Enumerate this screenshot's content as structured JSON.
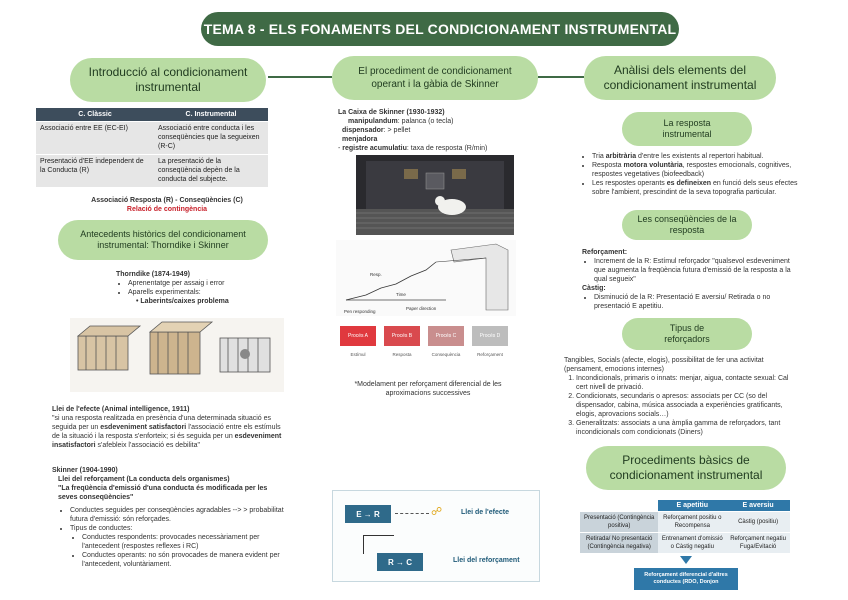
{
  "title": "TEMA 8 - ELS FONAMENTS DEL CONDICIONAMENT INSTRUMENTAL",
  "left": {
    "intro_title": "Introducció al condicionament instrumental",
    "table": {
      "headers": [
        "C. Clàssic",
        "C. Instrumental"
      ],
      "rows": [
        [
          "Associació entre EE (EC-EI)",
          "Associació entre conducta i les conseqüències que la segueixen (R-C)"
        ],
        [
          "Presentació d'EE independent de la Conducta (R)",
          "La presentació de la conseqüència depèn de la conducta del subjecte."
        ]
      ]
    },
    "assoc_line": "Associació Resposta (R) - Conseqüències (C)",
    "assoc_sub": "Relació de contingència",
    "antecedents_title": "Antecedents històrics del condicionament instrumental: Thorndike i Skinner",
    "thorndike": {
      "heading": "Thorndike (1874-1949)",
      "items": [
        "Aprenentatge per assaig i error",
        "Aparells experimentals:"
      ],
      "subitem": "Laberints/caixes problema"
    },
    "efecte": {
      "heading": "Llei de l'efecte (Animal intelligence, 1911)",
      "text1": "\"si una resposta realitzada en presència d'una determinada situació es seguida per un ",
      "bold1": "esdeveniment satisfactori",
      "text2": " l'associació entre els estímuls de la situació i la resposta s'enforteix; si és seguida per un ",
      "bold2": "esdeveniment insatisfactori",
      "text3": " s'afebleix l'associació es debilita\""
    },
    "skinner": {
      "heading": "Skinner (1904-1990)",
      "law": "Llei del reforçament (La conducta dels organismes)",
      "quote": "\"La freqüència d'emissió d'una conducta és modificada per les seves conseqüències\"",
      "bullets": [
        "Conductes seguides per conseqüències agradables --> > probabilitat futura d'emissió: són reforçades.",
        "Tipus de conductes:"
      ],
      "sub": [
        "Conductes respondents: provocades necessàriament per l'antecedent (respostes reflexes i RC)",
        "Conductes operants: no són provocades de manera evident per l'antecedent, voluntàriament."
      ]
    }
  },
  "middle": {
    "title": "El procediment de condicionament operant i la gàbia de Skinner",
    "caixa_heading": "La Caixa de Skinner (1930-1932)",
    "caixa_items": [
      {
        "label": "manipulandum",
        "value": ": palanca (o tecla)"
      },
      {
        "label": "dispensador",
        "value": ": > pellet"
      },
      {
        "label": "menjadora",
        "value": ""
      },
      {
        "label": "registre acumulatiu",
        "value": ": taxa de resposta (R/min)"
      }
    ],
    "graph_labels": {
      "pen": "Pen responding",
      "paper": "Paper direction",
      "time": "Time",
      "resp": "Resp."
    },
    "flow_labels": [
      "Procés A",
      "Procés B",
      "Procés C",
      "Procés D"
    ],
    "flow_sub": [
      "Estímul",
      "Resposta",
      "Consequència",
      "Reforçament"
    ],
    "caption": "*Modelament per reforçament diferencial de les aproximacions successives",
    "diagram": {
      "box1": "E → R",
      "box2": "R → C",
      "label1": "Llei de l'efecte",
      "label2": "Llei del reforçament"
    }
  },
  "right": {
    "analisi_title": "Anàlisi dels elements del condicionament instrumental",
    "resposta_title": "La resposta instrumental",
    "resposta_bullets": [
      {
        "pre": "Tria ",
        "bold": "arbitrària",
        "post": " d'entre les existents al repertori habitual."
      },
      {
        "pre": "Resposta ",
        "bold": "motora voluntària",
        "post": ", respostes emocionals, cognitives, respostes vegetatives (biofeedback)"
      },
      {
        "pre": "Les respostes operants ",
        "bold": "es defineixen",
        "post": " en funció dels seus efectes sobre l'ambient, prescindint de la seva topografia particular."
      }
    ],
    "consequencies_title": "Les conseqüències de la resposta",
    "reforc_heading": "Reforçament:",
    "reforc_items": [
      "Increment de la R: Estímul reforçador \"qualsevol esdeveniment que augmenta la freqüència futura d'emissió de la resposta a la qual segueix\""
    ],
    "castig_heading": "Càstig:",
    "castig_items": [
      "Disminució de la R: Presentació E aversiu/ Retirada o no presentació E apetitiu."
    ],
    "tipus_title": "Tipus de reforçadors",
    "tipus_intro": "Tangibles, Socials (afecte, elogis), possibilitat de fer una activitat (pensament, emocions internes)",
    "tipus_items": [
      "Incondicionals, primaris o innats: menjar, aigua, contacte sexual: Cal cert nivell de privació.",
      "Condicionats, secundaris o apresos: associats per CC (so del dispensador, cabina, música associada a experiències gratificants, elogis, aprovacions socials…)",
      "Generalitzats: associats a una àmplia gamma de reforçadors, tant incondicionals com condicionats (Diners)"
    ],
    "procediments_title": "Procediments bàsics de condicionament instrumental",
    "ptable": {
      "headers": [
        "",
        "E apetitiu",
        "E aversiu"
      ],
      "rows": [
        [
          "Presentació (Contingència positiva)",
          "Reforçament positiu o Recompensa",
          "Càstig (positiu)"
        ],
        [
          "Retirada/ No presentació (Contingència negativa)",
          "Entrenament d'omissió o Càstig negatiu",
          "Reforçament negatiu Fuga/Evitació"
        ]
      ]
    },
    "bottom_box": "Reforçament diferencial d'altres conductes (RDO, Donjon"
  }
}
